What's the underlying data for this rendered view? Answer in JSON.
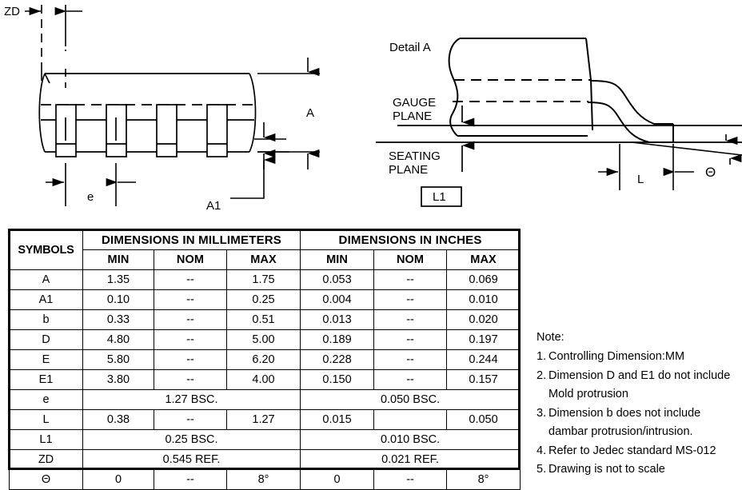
{
  "drawing": {
    "left_view": {
      "labels": {
        "zd": "ZD",
        "e": "e",
        "a": "A",
        "a1": "A1"
      }
    },
    "detail_view": {
      "title": "Detail A",
      "gauge_plane": "GAUGE\nPLANE",
      "seating_plane": "SEATING\nPLANE",
      "l1": "L1",
      "l": "L",
      "theta": "Θ"
    },
    "line_color": "#000000",
    "background": "#ffffff"
  },
  "table": {
    "symbols_header": "SYMBOLS",
    "group_headers": [
      "DIMENSIONS IN MILLIMETERS",
      "DIMENSIONS IN INCHES"
    ],
    "sub_headers": [
      "MIN",
      "NOM",
      "MAX",
      "MIN",
      "NOM",
      "MAX"
    ],
    "rows": [
      {
        "symbol": "A",
        "span": false,
        "cells": [
          "1.35",
          "--",
          "1.75",
          "0.053",
          "--",
          "0.069"
        ]
      },
      {
        "symbol": "A1",
        "span": false,
        "cells": [
          "0.10",
          "--",
          "0.25",
          "0.004",
          "--",
          "0.010"
        ]
      },
      {
        "symbol": "b",
        "span": false,
        "cells": [
          "0.33",
          "--",
          "0.51",
          "0.013",
          "--",
          "0.020"
        ]
      },
      {
        "symbol": "D",
        "span": false,
        "cells": [
          "4.80",
          "--",
          "5.00",
          "0.189",
          "--",
          "0.197"
        ]
      },
      {
        "symbol": "E",
        "span": false,
        "cells": [
          "5.80",
          "--",
          "6.20",
          "0.228",
          "--",
          "0.244"
        ]
      },
      {
        "symbol": "E1",
        "span": false,
        "cells": [
          "3.80",
          "--",
          "4.00",
          "0.150",
          "--",
          "0.157"
        ]
      },
      {
        "symbol": "e",
        "span": true,
        "cells": [
          "1.27 BSC.",
          "0.050 BSC."
        ]
      },
      {
        "symbol": "L",
        "span": false,
        "cells": [
          "0.38",
          "--",
          "1.27",
          "0.015",
          "",
          "0.050"
        ]
      },
      {
        "symbol": "L1",
        "span": true,
        "cells": [
          "0.25 BSC.",
          "0.010 BSC."
        ]
      },
      {
        "symbol": "ZD",
        "span": true,
        "cells": [
          "0.545 REF.",
          "0.021 REF."
        ]
      },
      {
        "symbol": "Θ",
        "span": false,
        "cells": [
          "0",
          "--",
          "8°",
          "0",
          "--",
          "8°"
        ]
      }
    ]
  },
  "notes": {
    "title": "Note:",
    "items": [
      {
        "num": "1.",
        "text": "Controlling Dimension:MM",
        "cont": ""
      },
      {
        "num": "2.",
        "text": "Dimension D and E1 do not include",
        "cont": "Mold protrusion"
      },
      {
        "num": "3.",
        "text": "Dimension b does not include",
        "cont": "dambar protrusion/intrusion."
      },
      {
        "num": "4.",
        "text": "Refer to Jedec standard MS-012",
        "cont": ""
      },
      {
        "num": "5.",
        "text": "Drawing is not to scale",
        "cont": ""
      }
    ]
  }
}
